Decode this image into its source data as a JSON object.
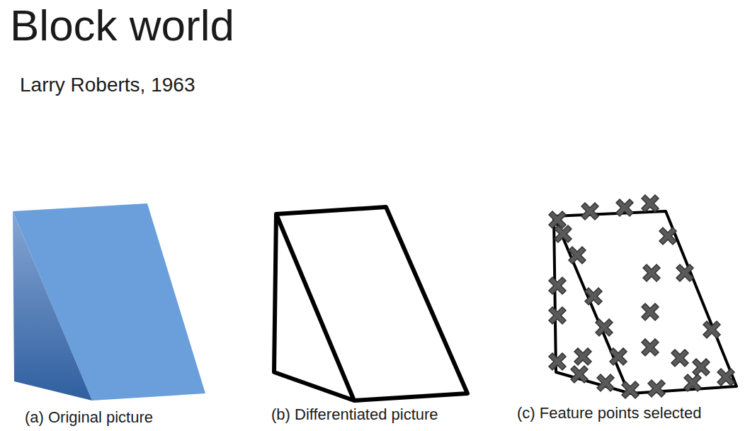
{
  "diagram": {
    "title": "Block world",
    "labels": [
      "Larry Roberts, 1963",
      "(a) Original picture",
      "(b) Differentiated picture",
      "(c) Feature points selected"
    ]
  }
}
